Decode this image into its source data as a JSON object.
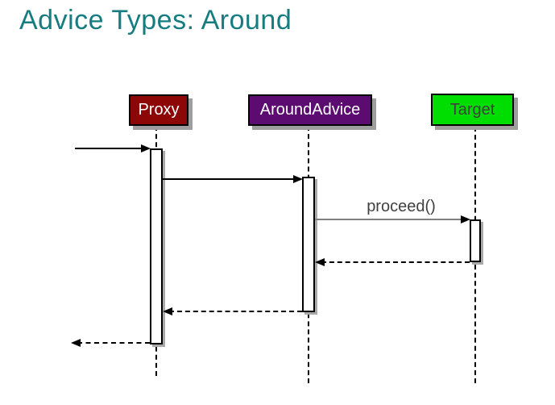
{
  "title": "Advice Types: Around",
  "diagram": {
    "participants": [
      {
        "name": "Proxy",
        "fill": "#8e0707",
        "text_color": "#ffffff"
      },
      {
        "name": "AroundAdvice",
        "fill": "#5c0c70",
        "text_color": "#ffffff"
      },
      {
        "name": "Target",
        "fill": "#00dd00",
        "text_color": "#404040"
      }
    ],
    "messages": [
      {
        "label": "",
        "from": "caller",
        "to": "Proxy",
        "line": "solid"
      },
      {
        "label": "",
        "from": "Proxy",
        "to": "AroundAdvice",
        "line": "solid"
      },
      {
        "label": "proceed()",
        "from": "AroundAdvice",
        "to": "Target",
        "line": "solid"
      },
      {
        "label": "",
        "from": "Target",
        "to": "AroundAdvice",
        "line": "dashed-return"
      },
      {
        "label": "",
        "from": "AroundAdvice",
        "to": "Proxy",
        "line": "dashed-return"
      },
      {
        "label": "",
        "from": "Proxy",
        "to": "caller",
        "line": "dashed-return"
      }
    ]
  },
  "colors": {
    "title": "#177c80",
    "proxy_fill": "#8e0707",
    "around_advice_fill": "#5c0c70",
    "target_fill": "#00dd00",
    "participant_text": "#ffffff",
    "target_text": "#404040",
    "box_shadow": "#9e9e9e",
    "proceed_line": "#7f7f7f",
    "message_label_text": "#3f3f3f"
  }
}
